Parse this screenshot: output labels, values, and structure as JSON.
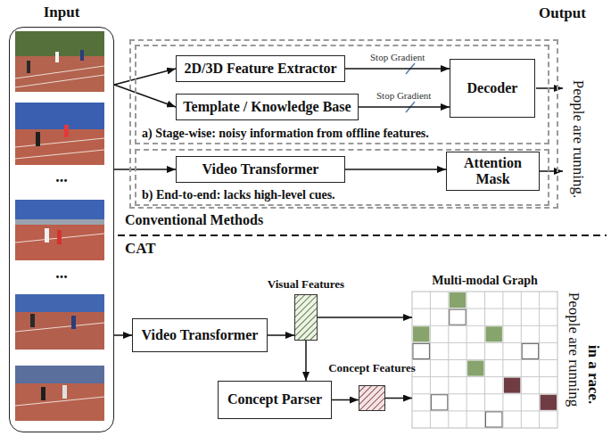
{
  "diagram": {
    "nodes": [
      {
        "text": [
          "Input",
          "...",
          "..."
        ]
      },
      {
        "text": [
          "Conventional Methods"
        ]
      },
      {
        "text": [
          "a) Stage-wise: noisy information from offline features."
        ],
        "in": 1
      },
      {
        "text": [
          "2D/3D Feature Extractor"
        ],
        "in": 2
      },
      {
        "text": [
          "Template / Knowledge Base"
        ],
        "in": 2
      },
      {
        "text": [
          "Decoder"
        ],
        "in": 2
      },
      {
        "text": [
          "b) End-to-end: lacks high-level cues."
        ],
        "in": 1
      },
      {
        "text": [
          "Video Transformer"
        ],
        "in": 6
      },
      {
        "text": [
          "Attention Mask"
        ],
        "in": 6
      },
      {
        "text": [
          "Video Transformer"
        ]
      },
      {
        "text": [
          "Visual Features"
        ]
      },
      {
        "text": [
          "Concept Parser"
        ]
      },
      {
        "text": [
          "Concept Features"
        ]
      },
      {
        "text": [
          "Multi-modal Graph"
        ]
      }
    ],
    "edges": [
      {
        "from": 0,
        "to": 3,
        "arrow": "to"
      },
      {
        "from": 0,
        "to": 4,
        "arrow": "to"
      },
      {
        "from": 3,
        "to": 5,
        "label": "Stop Gradient",
        "arrow": "to"
      },
      {
        "from": 4,
        "to": 5,
        "label": "Stop Gradient",
        "arrow": "to"
      },
      {
        "from": 0,
        "to": 7,
        "arrow": "to"
      },
      {
        "from": 7,
        "to": 8,
        "arrow": "to"
      },
      {
        "from": 0,
        "to": 9,
        "arrow": "to"
      },
      {
        "from": 9,
        "to": 10,
        "arrow": "to"
      },
      {
        "from": 10,
        "to": 13,
        "arrow": "to"
      },
      {
        "from": 10,
        "to": 11,
        "arrow": "to"
      },
      {
        "from": 11,
        "to": 12,
        "arrow": "to"
      },
      {
        "from": 12,
        "to": 13,
        "arrow": "to"
      }
    ],
    "labels": [
      "Output",
      "People are running.",
      "CAT",
      "People are running",
      "in a race."
    ]
  }
}
